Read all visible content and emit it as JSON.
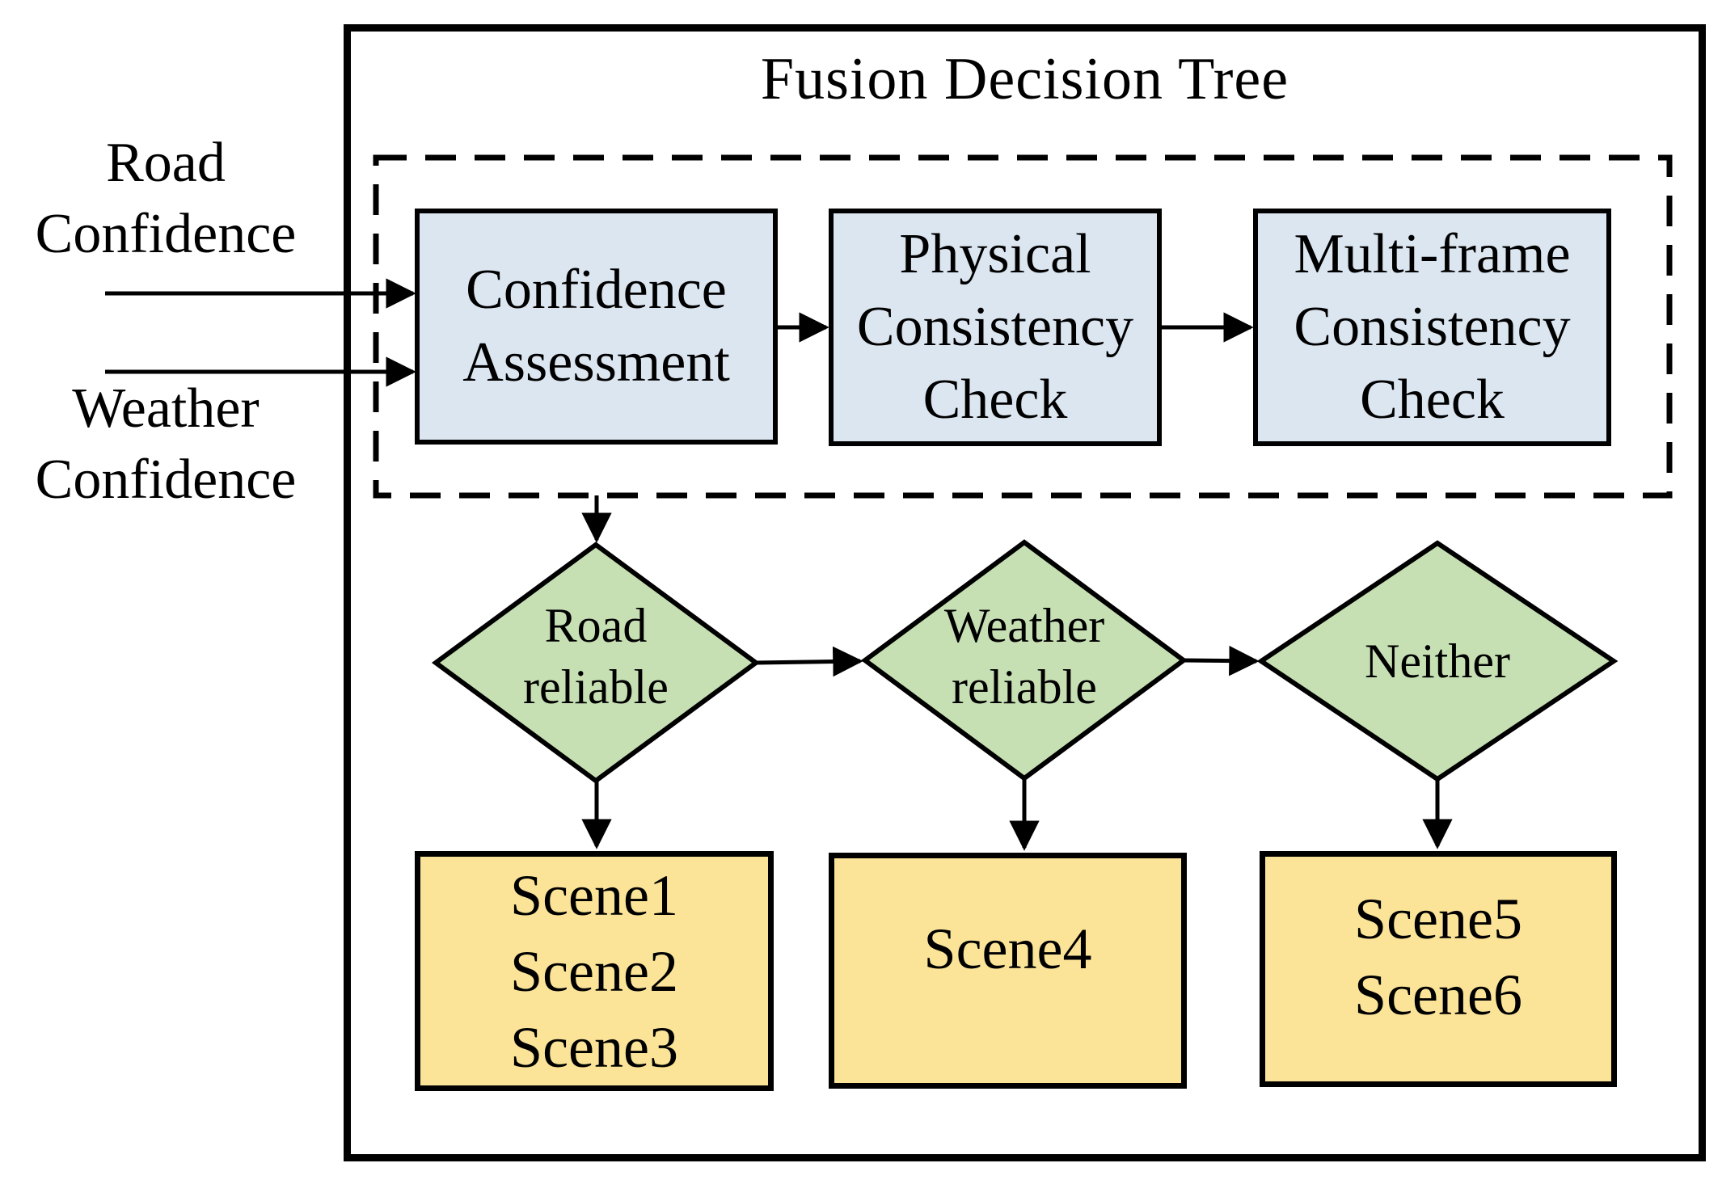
{
  "diagram": {
    "title": "Fusion Decision Tree",
    "inputs": [
      {
        "label": "Road\nConfidence"
      },
      {
        "label": "Weather\nConfidence"
      }
    ],
    "pipeline": [
      {
        "label": "Confidence\nAssessment"
      },
      {
        "label": "Physical\nConsistency\nCheck"
      },
      {
        "label": "Multi-frame\nConsistency\nCheck"
      }
    ],
    "decisions": [
      {
        "label": "Road\nreliable"
      },
      {
        "label": "Weather\nreliable"
      },
      {
        "label": "Neither"
      }
    ],
    "outcomes": [
      {
        "label": "Scene1\nScene2\nScene3"
      },
      {
        "label": "Scene4"
      },
      {
        "label": "Scene5\nScene6"
      }
    ],
    "colors": {
      "process_fill": "#dce6f1",
      "decision_fill": "#c6e0b4",
      "outcome_fill": "#fbe498",
      "line": "#000000"
    }
  }
}
